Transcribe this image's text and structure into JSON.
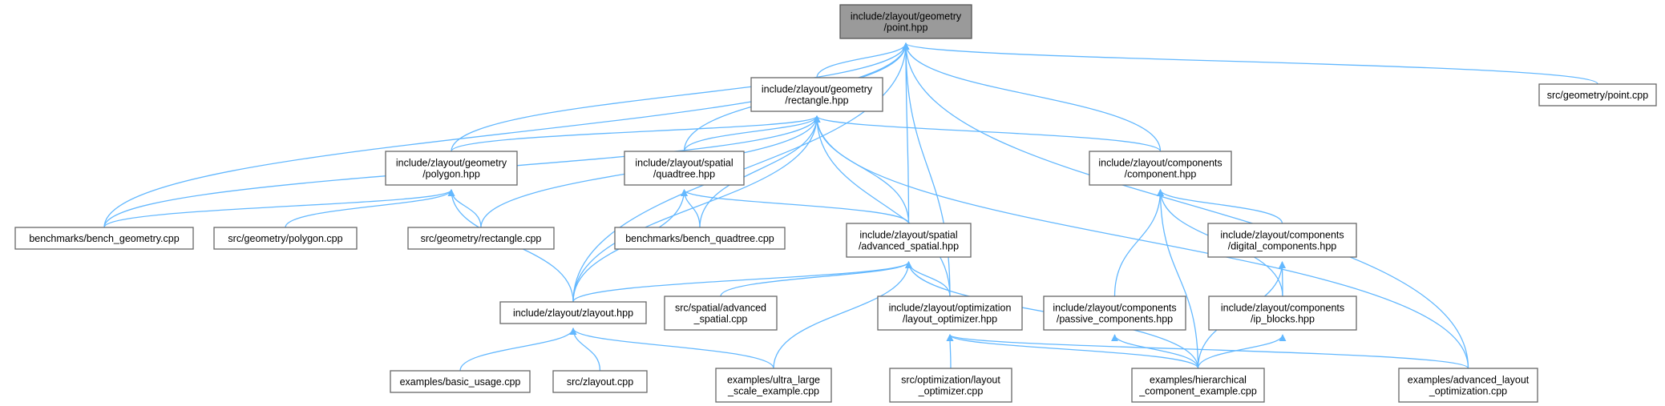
{
  "colors": {
    "edge": "#63b8ff",
    "root_fill": "#9a9a9a",
    "node_border": "#666666"
  },
  "nodes": [
    {
      "id": "point_hpp",
      "lines": [
        "include/zlayout/geometry",
        "/point.hpp"
      ],
      "root": true
    },
    {
      "id": "rectangle_hpp",
      "lines": [
        "include/zlayout/geometry",
        "/rectangle.hpp"
      ]
    },
    {
      "id": "point_cpp",
      "lines": [
        "src/geometry/point.cpp"
      ]
    },
    {
      "id": "polygon_hpp",
      "lines": [
        "include/zlayout/geometry",
        "/polygon.hpp"
      ]
    },
    {
      "id": "quadtree_hpp",
      "lines": [
        "include/zlayout/spatial",
        "/quadtree.hpp"
      ]
    },
    {
      "id": "component_hpp",
      "lines": [
        "include/zlayout/components",
        "/component.hpp"
      ]
    },
    {
      "id": "bench_geometry",
      "lines": [
        "benchmarks/bench_geometry.cpp"
      ]
    },
    {
      "id": "polygon_cpp",
      "lines": [
        "src/geometry/polygon.cpp"
      ]
    },
    {
      "id": "rectangle_cpp",
      "lines": [
        "src/geometry/rectangle.cpp"
      ]
    },
    {
      "id": "bench_quadtree",
      "lines": [
        "benchmarks/bench_quadtree.cpp"
      ]
    },
    {
      "id": "advanced_spatial_hpp",
      "lines": [
        "include/zlayout/spatial",
        "/advanced_spatial.hpp"
      ]
    },
    {
      "id": "digital_components_hpp",
      "lines": [
        "include/zlayout/components",
        "/digital_components.hpp"
      ]
    },
    {
      "id": "zlayout_hpp",
      "lines": [
        "include/zlayout/zlayout.hpp"
      ]
    },
    {
      "id": "advanced_spatial_cpp",
      "lines": [
        "src/spatial/advanced",
        "_spatial.cpp"
      ]
    },
    {
      "id": "layout_optimizer_hpp",
      "lines": [
        "include/zlayout/optimization",
        "/layout_optimizer.hpp"
      ]
    },
    {
      "id": "passive_components_hpp",
      "lines": [
        "include/zlayout/components",
        "/passive_components.hpp"
      ]
    },
    {
      "id": "ip_blocks_hpp",
      "lines": [
        "include/zlayout/components",
        "/ip_blocks.hpp"
      ]
    },
    {
      "id": "basic_usage",
      "lines": [
        "examples/basic_usage.cpp"
      ]
    },
    {
      "id": "zlayout_cpp",
      "lines": [
        "src/zlayout.cpp"
      ]
    },
    {
      "id": "ultra_large",
      "lines": [
        "examples/ultra_large",
        "_scale_example.cpp"
      ]
    },
    {
      "id": "layout_optimizer_cpp",
      "lines": [
        "src/optimization/layout",
        "_optimizer.cpp"
      ]
    },
    {
      "id": "hierarchical",
      "lines": [
        "examples/hierarchical",
        "_component_example.cpp"
      ]
    },
    {
      "id": "advanced_layout",
      "lines": [
        "examples/advanced_layout",
        "_optimization.cpp"
      ]
    }
  ],
  "edges": [
    [
      "rectangle_hpp",
      "point_hpp"
    ],
    [
      "point_cpp",
      "point_hpp"
    ],
    [
      "polygon_hpp",
      "point_hpp"
    ],
    [
      "quadtree_hpp",
      "point_hpp"
    ],
    [
      "component_hpp",
      "point_hpp"
    ],
    [
      "bench_geometry",
      "point_hpp"
    ],
    [
      "advanced_spatial_hpp",
      "point_hpp"
    ],
    [
      "zlayout_hpp",
      "point_hpp"
    ],
    [
      "layout_optimizer_hpp",
      "point_hpp"
    ],
    [
      "advanced_layout",
      "point_hpp"
    ],
    [
      "polygon_hpp",
      "rectangle_hpp"
    ],
    [
      "quadtree_hpp",
      "rectangle_hpp"
    ],
    [
      "component_hpp",
      "rectangle_hpp"
    ],
    [
      "bench_geometry",
      "rectangle_hpp"
    ],
    [
      "rectangle_cpp",
      "rectangle_hpp"
    ],
    [
      "bench_quadtree",
      "rectangle_hpp"
    ],
    [
      "advanced_spatial_hpp",
      "rectangle_hpp"
    ],
    [
      "zlayout_hpp",
      "rectangle_hpp"
    ],
    [
      "layout_optimizer_hpp",
      "rectangle_hpp"
    ],
    [
      "advanced_layout",
      "rectangle_hpp"
    ],
    [
      "bench_geometry",
      "polygon_hpp"
    ],
    [
      "polygon_cpp",
      "polygon_hpp"
    ],
    [
      "rectangle_cpp",
      "polygon_hpp"
    ],
    [
      "zlayout_hpp",
      "polygon_hpp"
    ],
    [
      "bench_quadtree",
      "quadtree_hpp"
    ],
    [
      "advanced_spatial_hpp",
      "quadtree_hpp"
    ],
    [
      "zlayout_hpp",
      "quadtree_hpp"
    ],
    [
      "digital_components_hpp",
      "component_hpp"
    ],
    [
      "passive_components_hpp",
      "component_hpp"
    ],
    [
      "ip_blocks_hpp",
      "component_hpp"
    ],
    [
      "hierarchical",
      "component_hpp"
    ],
    [
      "ip_blocks_hpp",
      "digital_components_hpp"
    ],
    [
      "hierarchical",
      "digital_components_hpp"
    ],
    [
      "zlayout_hpp",
      "advanced_spatial_hpp"
    ],
    [
      "advanced_spatial_cpp",
      "advanced_spatial_hpp"
    ],
    [
      "layout_optimizer_hpp",
      "advanced_spatial_hpp"
    ],
    [
      "ultra_large",
      "advanced_spatial_hpp"
    ],
    [
      "hierarchical",
      "advanced_spatial_hpp"
    ],
    [
      "basic_usage",
      "zlayout_hpp"
    ],
    [
      "zlayout_cpp",
      "zlayout_hpp"
    ],
    [
      "ultra_large",
      "zlayout_hpp"
    ],
    [
      "layout_optimizer_cpp",
      "layout_optimizer_hpp"
    ],
    [
      "hierarchical",
      "layout_optimizer_hpp"
    ],
    [
      "advanced_layout",
      "layout_optimizer_hpp"
    ],
    [
      "hierarchical",
      "passive_components_hpp"
    ],
    [
      "hierarchical",
      "ip_blocks_hpp"
    ]
  ]
}
